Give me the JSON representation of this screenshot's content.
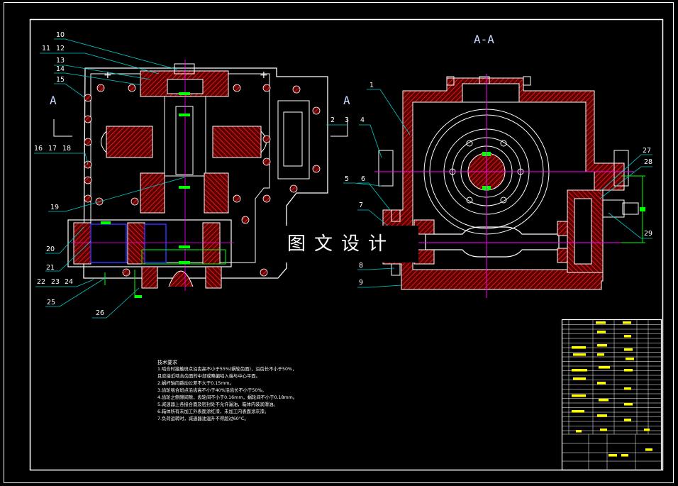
{
  "section_label": "A-A",
  "cut_marks": {
    "left": "A",
    "right": "A"
  },
  "watermark": "图文设计",
  "callouts": {
    "c1": "1",
    "c2": "2",
    "c3": "3",
    "c4": "4",
    "c5": "5",
    "c6": "6",
    "c7": "7",
    "c8": "8",
    "c9": "9",
    "c10": "10",
    "c11": "11",
    "c12": "12",
    "c13": "13",
    "c14": "14",
    "c15": "15",
    "c16": "16",
    "c17": "17",
    "c18": "18",
    "c19": "19",
    "c20": "20",
    "c21": "21",
    "c22": "22",
    "c23": "23",
    "c24": "24",
    "c25": "25",
    "c26": "26",
    "c27": "27",
    "c28": "28",
    "c29": "29"
  },
  "technical_requirements": {
    "title": "技术要求",
    "items": [
      "1.啮合时接触斑点沿齿高不小于55%(蜗轮齿面)，沿齿长不小于50%，",
      "  且应接近啮合齿面的中部或略偏啮入端与中心平面。",
      "2.蜗杆轴向跳动公差不大于0.15mm。",
      "3.齿轮啮合斑点沿齿高不小于40%沿齿长不小于50%。",
      "4.齿轮之侧隙间隙，齿轮间不小于0.16mm，蜗轮间不小于0.18mm。",
      "5.减速器上各接合面及密封处不允许漏油，箱体内装润滑油。",
      "6.箱体所有未加工外表面涂红漆，未加工内表面涂灰漆。",
      "7.负荷运转时，减速器油温升不得超过60°C。"
    ]
  },
  "colors": {
    "background": "#000000",
    "outline": "#ffffff",
    "section_hatch": "#ff2020",
    "dimension": "#00ff00",
    "centerline": "#ff00ff",
    "callout_leader": "#00ffff",
    "title_block_fill": "#ffff00",
    "shaft_blue": "#3030ff"
  }
}
